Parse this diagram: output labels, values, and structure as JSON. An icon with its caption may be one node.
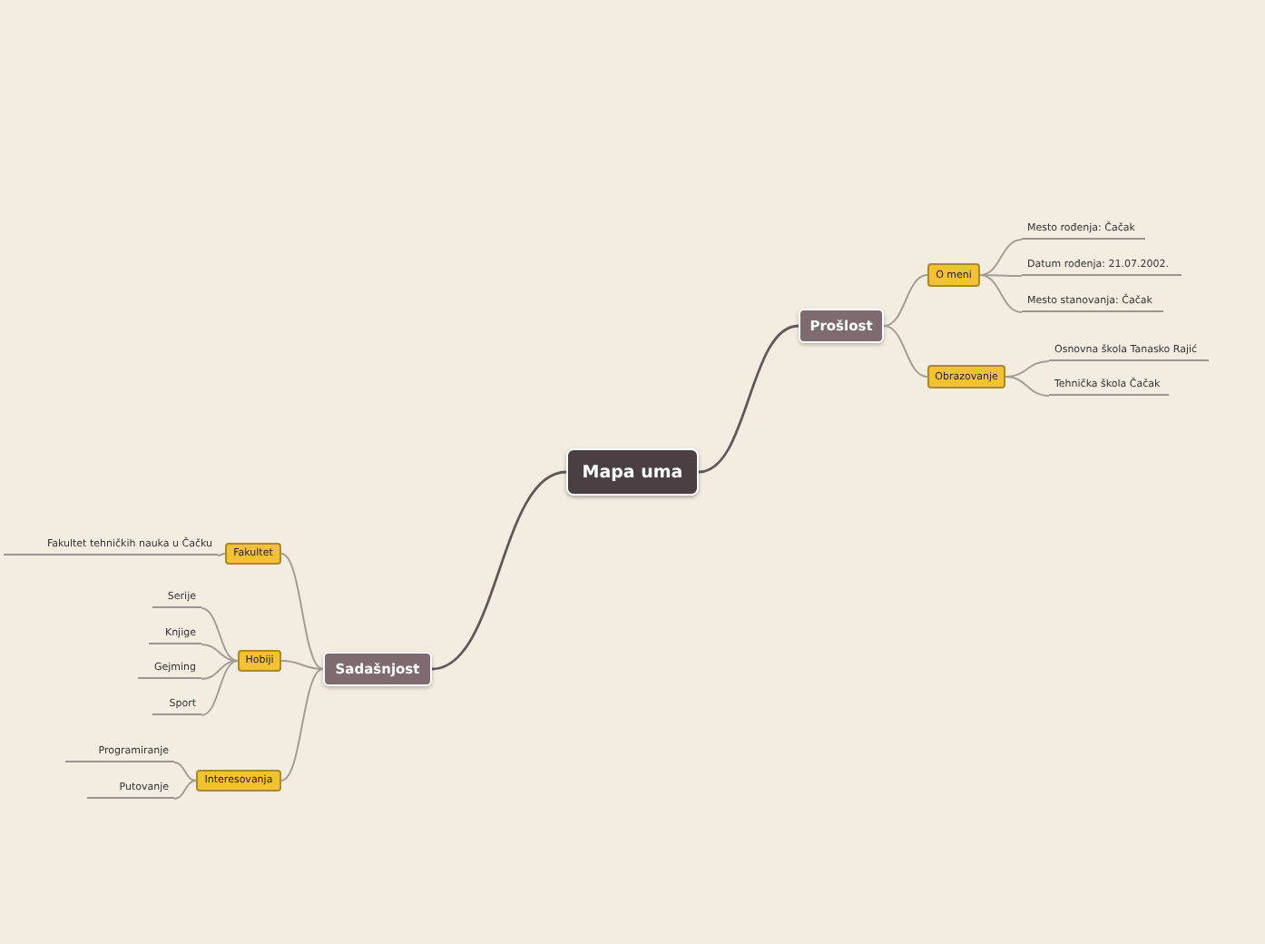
{
  "diagram": {
    "nodes": [
      {
        "text": [
          "Mapa uma"
        ]
      },
      {
        "text": [
          "Prošlost"
        ]
      },
      {
        "text": [
          "O meni"
        ]
      },
      {
        "text": [
          "Mesto rođenja: Čačak"
        ]
      },
      {
        "text": [
          "Datum rođenja: 21.07.2002."
        ]
      },
      {
        "text": [
          "Mesto stanovanja: Čačak"
        ]
      },
      {
        "text": [
          "Obrazovanje"
        ]
      },
      {
        "text": [
          "Osnovna škola Tanasko Rajić"
        ]
      },
      {
        "text": [
          "Tehnička škola Čačak"
        ]
      },
      {
        "text": [
          "Sadašnjost"
        ]
      },
      {
        "text": [
          "Fakultet"
        ]
      },
      {
        "text": [
          "Fakultet tehničkih nauka u Čačku"
        ]
      },
      {
        "text": [
          "Hobiji"
        ]
      },
      {
        "text": [
          "Serije"
        ]
      },
      {
        "text": [
          "Knjige"
        ]
      },
      {
        "text": [
          "Gejming"
        ]
      },
      {
        "text": [
          "Sport"
        ]
      },
      {
        "text": [
          "Interesovanja"
        ]
      },
      {
        "text": [
          "Programiranje"
        ]
      },
      {
        "text": [
          "Putovanje"
        ]
      }
    ],
    "edges": [
      {
        "from": 0,
        "to": 1,
        "arrow": "none"
      },
      {
        "from": 1,
        "to": 2,
        "arrow": "none"
      },
      {
        "from": 2,
        "to": 3,
        "arrow": "none"
      },
      {
        "from": 2,
        "to": 4,
        "arrow": "none"
      },
      {
        "from": 2,
        "to": 5,
        "arrow": "none"
      },
      {
        "from": 1,
        "to": 6,
        "arrow": "none"
      },
      {
        "from": 6,
        "to": 7,
        "arrow": "none"
      },
      {
        "from": 6,
        "to": 8,
        "arrow": "none"
      },
      {
        "from": 0,
        "to": 9,
        "arrow": "none"
      },
      {
        "from": 9,
        "to": 10,
        "arrow": "none"
      },
      {
        "from": 10,
        "to": 11,
        "arrow": "none"
      },
      {
        "from": 9,
        "to": 12,
        "arrow": "none"
      },
      {
        "from": 12,
        "to": 13,
        "arrow": "none"
      },
      {
        "from": 12,
        "to": 14,
        "arrow": "none"
      },
      {
        "from": 12,
        "to": 15,
        "arrow": "none"
      },
      {
        "from": 12,
        "to": 16,
        "arrow": "none"
      },
      {
        "from": 9,
        "to": 17,
        "arrow": "none"
      },
      {
        "from": 17,
        "to": 18,
        "arrow": "none"
      },
      {
        "from": 17,
        "to": 19,
        "arrow": "none"
      }
    ]
  }
}
